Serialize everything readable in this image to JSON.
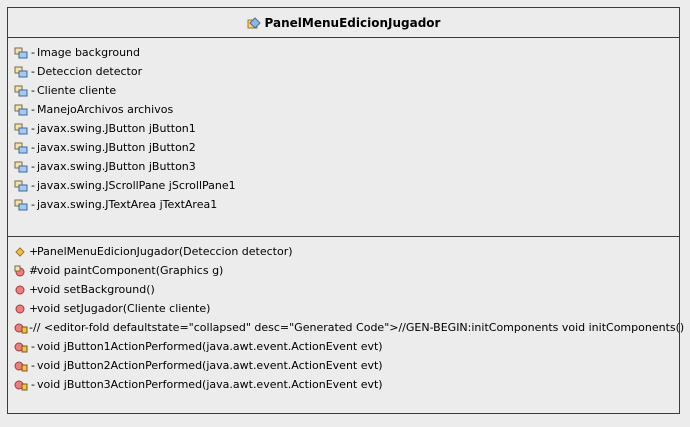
{
  "class_name": "PanelMenuEdicionJugador",
  "colors": {
    "field_icon": "#5a8fc6",
    "method_public": "#e07070",
    "constructor": "#e8b040"
  },
  "fields": [
    {
      "vis": "-",
      "text": "Image background",
      "icon": "field-icon"
    },
    {
      "vis": "-",
      "text": "Deteccion detector",
      "icon": "field-icon"
    },
    {
      "vis": "-",
      "text": "Cliente cliente",
      "icon": "field-icon"
    },
    {
      "vis": "-",
      "text": "ManejoArchivos archivos",
      "icon": "field-icon"
    },
    {
      "vis": "-",
      "text": "javax.swing.JButton jButton1",
      "icon": "field-icon"
    },
    {
      "vis": "-",
      "text": "javax.swing.JButton jButton2",
      "icon": "field-icon"
    },
    {
      "vis": "-",
      "text": "javax.swing.JButton jButton3",
      "icon": "field-icon"
    },
    {
      "vis": "-",
      "text": "javax.swing.JScrollPane jScrollPane1",
      "icon": "field-icon"
    },
    {
      "vis": "-",
      "text": "javax.swing.JTextArea jTextArea1",
      "icon": "field-icon"
    }
  ],
  "methods": [
    {
      "vis": "+",
      "text": "PanelMenuEdicionJugador(Deteccion detector)",
      "icon": "constructor-icon"
    },
    {
      "vis": "#",
      "text": "void paintComponent(Graphics g)",
      "icon": "protected-method-icon"
    },
    {
      "vis": "+",
      "text": "void setBackground()",
      "icon": "public-method-icon"
    },
    {
      "vis": "+",
      "text": "void setJugador(Cliente cliente)",
      "icon": "public-method-icon"
    },
    {
      "vis": "-",
      "text": "// <editor-fold defaultstate=\"collapsed\" desc=\"Generated Code\">//GEN-BEGIN:initComponents void initComponents()",
      "icon": "private-method-icon"
    },
    {
      "vis": "-",
      "text": "void jButton1ActionPerformed(java.awt.event.ActionEvent evt)",
      "icon": "private-method-icon"
    },
    {
      "vis": "-",
      "text": "void jButton2ActionPerformed(java.awt.event.ActionEvent evt)",
      "icon": "private-method-icon"
    },
    {
      "vis": "-",
      "text": "void jButton3ActionPerformed(java.awt.event.ActionEvent evt)",
      "icon": "private-method-icon"
    }
  ]
}
